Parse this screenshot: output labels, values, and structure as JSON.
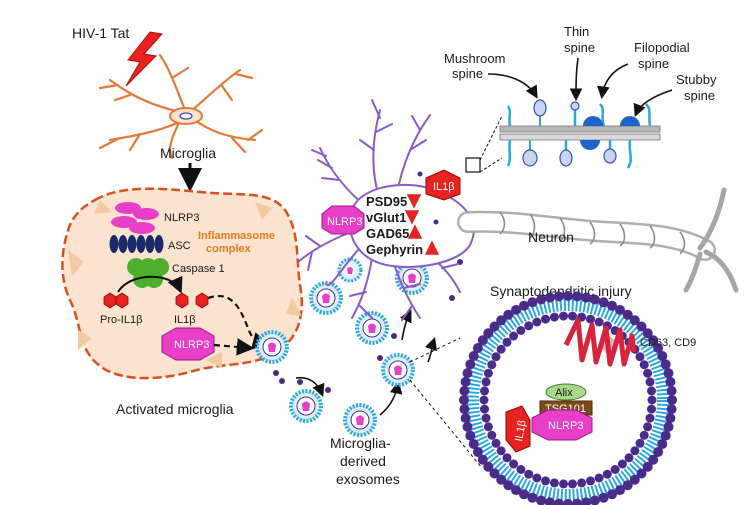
{
  "labels": {
    "stimulus": "HIV-1 Tat",
    "microglia": "Microglia",
    "nlrp3_top": "NLRP3",
    "inflammasome_line1": "Inflammasome",
    "inflammasome_line2": "complex",
    "asc": "ASC",
    "caspase1": "Caspase 1",
    "pro_il1b": "Pro-IL1β",
    "il1b_left": "IL1β",
    "nlrp3_cell": "NLRP3",
    "activated_microglia": "Activated microglia",
    "exosomes_line1": "Microglia-",
    "exosomes_line2": "derived",
    "exosomes_line3": "exosomes",
    "mushroom_spine_1": "Mushroom",
    "mushroom_spine_2": "spine",
    "thin_spine_1": "Thin",
    "thin_spine_2": "spine",
    "filopodial_spine_1": "Filopodial",
    "filopodial_spine_2": "spine",
    "stubby_spine_1": "Stubby",
    "stubby_spine_2": "spine",
    "il1b_neuron": "IL1β",
    "nlrp3_neuron": "NLRP3",
    "psd95": "PSD95",
    "vglut1": "vGlut1",
    "gad65": "GAD65",
    "gephyrin": "Gephyrin",
    "neuron": "Neuron",
    "injury": "Synaptodendritic injury",
    "cd63": "CD63, CD9",
    "alix": "Alix",
    "tsg101": "TSG101",
    "il1b_exo": "IL1β",
    "nlrp3_exo": "NLRP3"
  },
  "colors": {
    "magenta": "#e83ec8",
    "red": "#e8231f",
    "navy": "#1b2a6b",
    "green": "#4caf2e",
    "orange_border": "#d9501f",
    "cell_fill": "#fbe3cf",
    "exosome_blue": "#2aa6e0",
    "exosome_purple": "#4a2b8a",
    "neuron_purple": "#8a5bc7",
    "dendrite_gray": "#a6a6a6"
  }
}
